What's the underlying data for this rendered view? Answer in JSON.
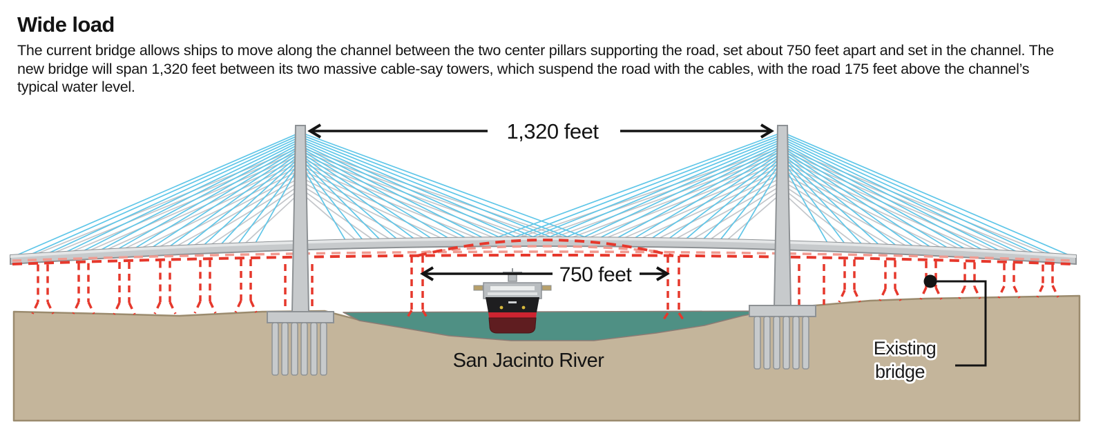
{
  "header": {
    "title": "Wide load",
    "description": "The current bridge allows ships to move along the channel between the two center pillars supporting the road, set about 750 feet apart and set in the channel. The new bridge will span 1,320 feet between its two massive cable-say towers, which suspend the road with the cables, with the road 175 feet above the channel’s typical water level."
  },
  "diagram": {
    "labels": {
      "span": "1,320 feet",
      "channel": "750 feet",
      "river": "San Jacinto River",
      "existing_line1": "Existing",
      "existing_line2": "bridge"
    },
    "colors": {
      "cable_blue": "#5fc6e8",
      "cable_gray": "#c3c6ca",
      "deck_fill": "#c7cacc",
      "deck_stroke": "#8d9194",
      "red": "#e6382c",
      "red_light": "#f09a90",
      "water": "#4f9084",
      "ground": "#c4b59b",
      "ground_stroke": "#9b8b6e",
      "ink": "#141414",
      "ship_hull": "#5f1d20",
      "ship_stripe": "#cd2430",
      "ship_black": "#1e1e20"
    }
  }
}
